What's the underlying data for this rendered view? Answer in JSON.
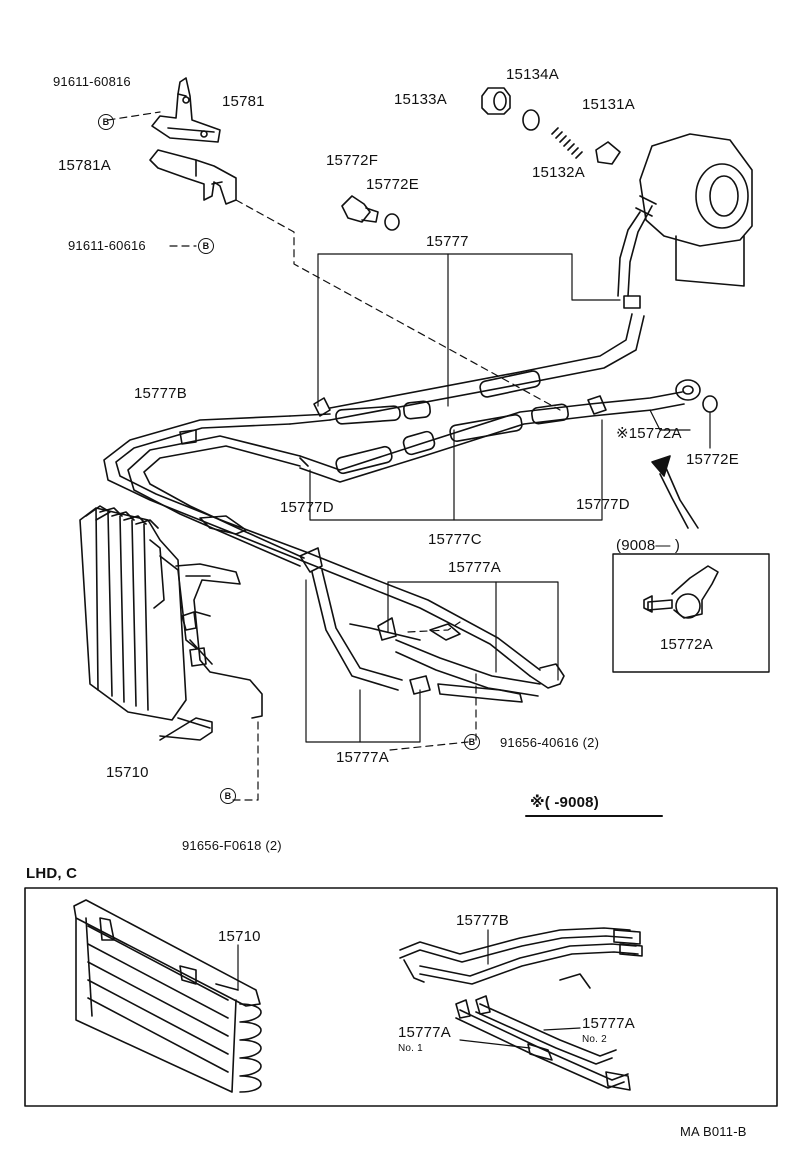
{
  "parts": {
    "p_91611_60816": "91611-60816",
    "p_15781": "15781",
    "p_15781A": "15781A",
    "p_91611_60616": "91611-60616",
    "p_15133A": "15133A",
    "p_15134A": "15134A",
    "p_15131A": "15131A",
    "p_15132A": "15132A",
    "p_15772F": "15772F",
    "p_15772E_top": "15772E",
    "p_15777": "15777",
    "p_15777B": "15777B",
    "p_15772A_star": "※15772A",
    "p_15772E_right": "15772E",
    "p_15777D_left": "15777D",
    "p_15777D_right": "15777D",
    "p_15777C": "15777C",
    "p_15777A_upper": "15777A",
    "p_15777A_lower": "15777A",
    "p_15710": "15710",
    "p_91656_40616": "91656-40616 (2)",
    "p_91656_F0618": "91656-F0618 (2)",
    "bolt_symbol": "B"
  },
  "inset_date": {
    "range": "(9008—      )",
    "part": "15772A"
  },
  "footnote": "※(        -9008)",
  "lhd": {
    "title": "LHD, C",
    "p_15710": "15710",
    "p_15777B": "15777B",
    "p_15777A_no1": "15777A",
    "no1": "No. 1",
    "p_15777A_no2": "15777A",
    "no2": "No. 2"
  },
  "drawing_code": "MA  B011-B"
}
